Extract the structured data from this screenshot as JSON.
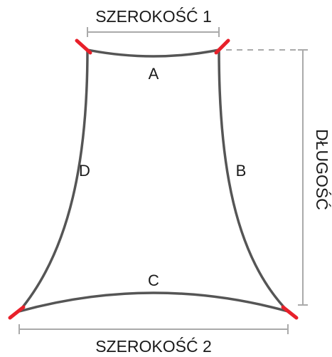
{
  "dimensions": {
    "width_top_label": "SZEROKOŚĆ 1",
    "width_bottom_label": "SZEROKOŚĆ 2",
    "length_label": "DŁUGOŚĆ"
  },
  "edges": {
    "a": "A",
    "b": "B",
    "c": "C",
    "d": "D"
  },
  "colors": {
    "outline": "#555555",
    "corner": "#e8202a",
    "dimension": "#aaaaaa",
    "text": "#1a1a1a"
  }
}
